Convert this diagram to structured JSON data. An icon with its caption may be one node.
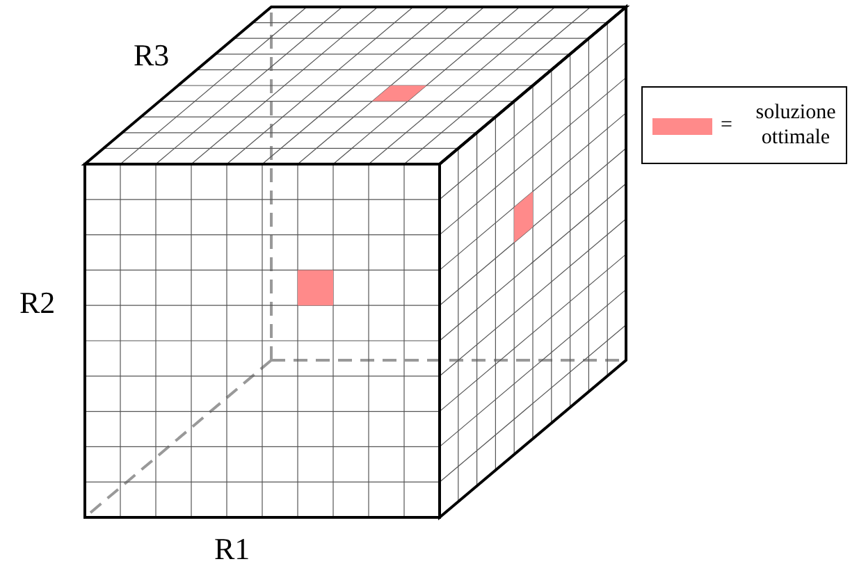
{
  "diagram": {
    "labels": [
      "R3",
      "R2",
      "R1",
      "="
    ],
    "legend": [
      {
        "text": "soluzione ottimale",
        "color": "#ff8a8a"
      }
    ]
  }
}
